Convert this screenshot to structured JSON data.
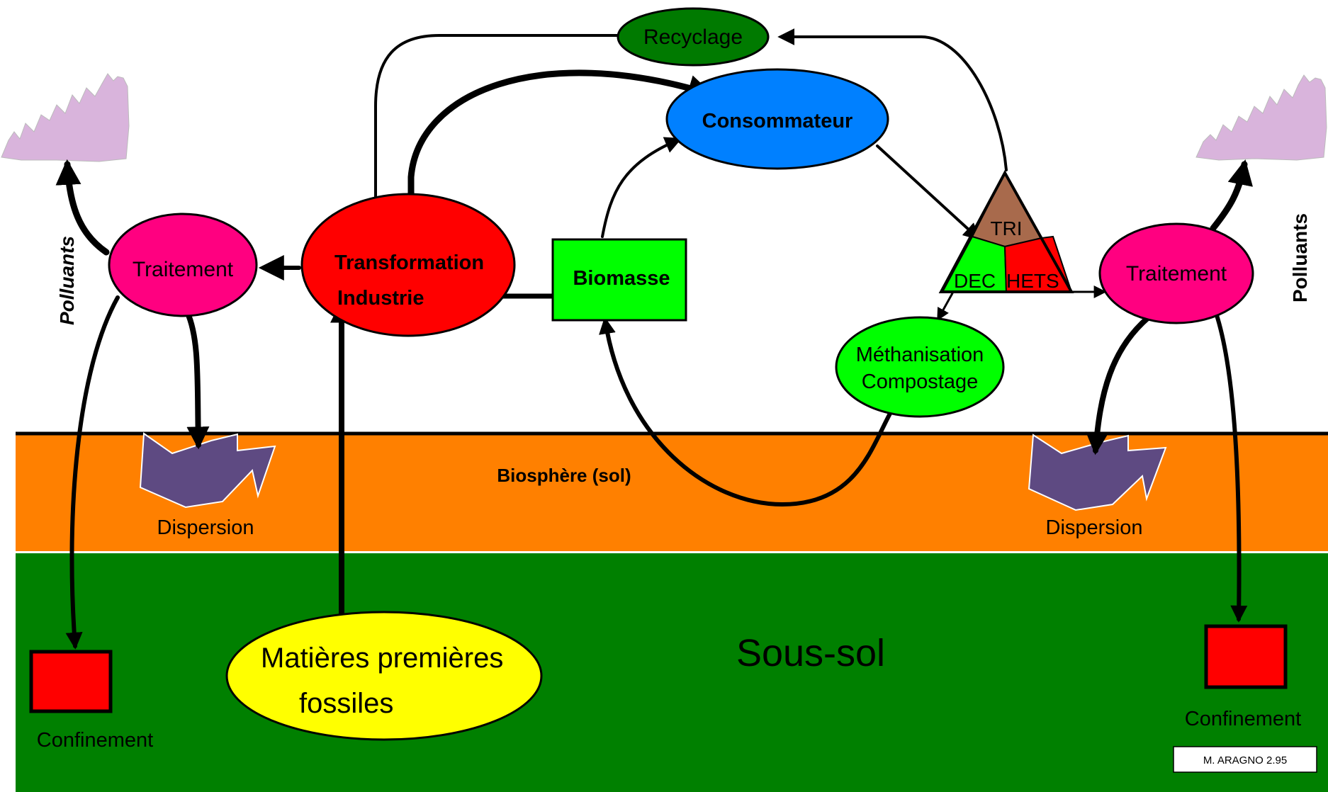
{
  "labels": {
    "recyclage": "Recyclage",
    "consommateur": "Consommateur",
    "transformation": "Transformation",
    "industrie": "Industrie",
    "biomasse": "Biomasse",
    "traitement_left": "Traitement",
    "traitement_right": "Traitement",
    "tri": "TRI",
    "dechets_dec": "DEC",
    "dechets_hets": "HETS",
    "methanisation": "Méthanisation",
    "compostage": "Compostage",
    "biosphere": "Biosphère (sol)",
    "dispersion_left": "Dispersion",
    "dispersion_right": "Dispersion",
    "sous_sol": "Sous-sol",
    "matieres_line1": "Matières premières",
    "matieres_line2": "fossiles",
    "confinement_left": "Confinement",
    "confinement_right": "Confinement",
    "polluants_left": "Polluants",
    "polluants_right": "Polluants",
    "author": "M. ARAGNO 2.95"
  },
  "colors": {
    "biosphere": "#ff8000",
    "sous_sol": "#008000",
    "recyclage": "#007a00",
    "consommateur": "#0080ff",
    "transformation": "#ff0000",
    "biomasse": "#00ff00",
    "traitement": "#ff0080",
    "tri": "#a86a4c",
    "dechets_green": "#00ff00",
    "dechets_red": "#ff0000",
    "methanisation": "#00ff00",
    "matieres": "#ffff00",
    "confinement": "#ff0000",
    "dispersion": "#5e4a82",
    "polluants_cloud": "#d9b4dc"
  }
}
